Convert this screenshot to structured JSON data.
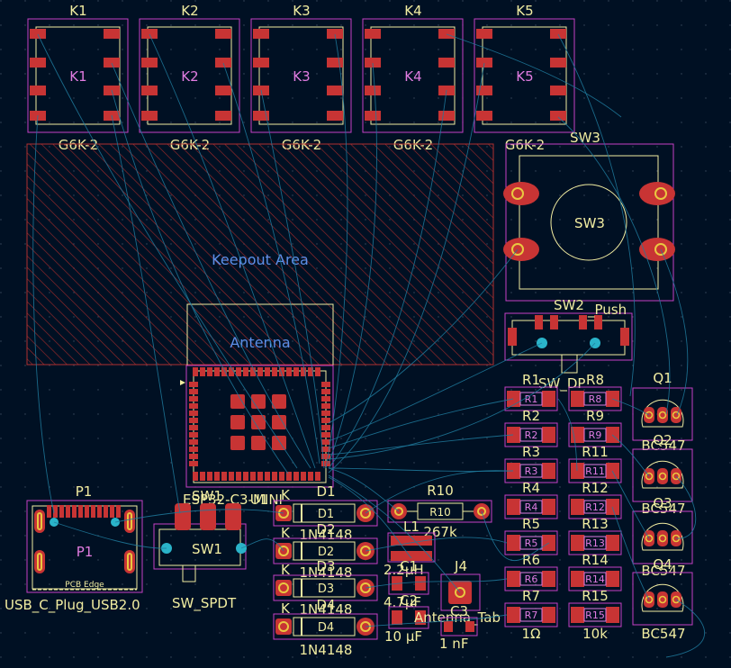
{
  "relays": [
    {
      "ref": "K1",
      "value": "G6K-2",
      "center": "K1"
    },
    {
      "ref": "K2",
      "value": "G6K-2",
      "center": "K2"
    },
    {
      "ref": "K3",
      "value": "G6K-2",
      "center": "K3"
    },
    {
      "ref": "K4",
      "value": "G6K-2",
      "center": "K4"
    },
    {
      "ref": "K5",
      "value": "G6K-2",
      "center": "K5"
    }
  ],
  "keepout_label": "Keepout Area",
  "antenna_label": "Antenna",
  "sw3": {
    "ref": "SW3",
    "center": "SW3"
  },
  "sw2": {
    "ref": "SW2",
    "value_left": "SW_DP",
    "value_right": "_Push"
  },
  "u1": {
    "ref": "U1",
    "value": "ESP32-C3-MINI",
    "ref_b": "U1"
  },
  "p1": {
    "ref": "P1",
    "center": "P1",
    "edge": "PCB Edge",
    "value": "USB_C_Plug_USB2.0"
  },
  "sw1": {
    "ref": "SW1",
    "center": "SW1",
    "value": "SW_SPDT"
  },
  "diodes": [
    {
      "ref": "D1",
      "center": "D1",
      "value": "1N4148",
      "k": "K"
    },
    {
      "ref": "D2",
      "center": "D2",
      "value": "1N4148",
      "k": "K"
    },
    {
      "ref": "D3",
      "center": "D3",
      "value": "1N4148",
      "k": "K"
    },
    {
      "ref": "D4",
      "center": "D4",
      "value": "1N4148",
      "k": "K"
    }
  ],
  "r10": {
    "ref": "R10",
    "center": "R10",
    "value": "267k"
  },
  "l1": {
    "ref": "L1",
    "value": "2.2µH"
  },
  "c1": {
    "ref": "C1",
    "value": "4.7µF"
  },
  "c2": {
    "ref": "C2",
    "value": "10 µF"
  },
  "j4": {
    "ref": "J4",
    "value": "Antenna_Tab"
  },
  "c3": {
    "ref": "C3",
    "value": "1 nF"
  },
  "res_left": [
    {
      "ref": "R1",
      "center": "R1"
    },
    {
      "ref": "R2",
      "center": "R2"
    },
    {
      "ref": "R3",
      "center": "R3"
    },
    {
      "ref": "R4",
      "center": "R4"
    },
    {
      "ref": "R5",
      "center": "R5"
    },
    {
      "ref": "R6",
      "center": "R6"
    },
    {
      "ref": "R7",
      "center": "R7"
    }
  ],
  "res_left_value": "1Ω",
  "res_right": [
    {
      "ref": "R8",
      "center": "R8"
    },
    {
      "ref": "R9",
      "center": "R9"
    },
    {
      "ref": "R11",
      "center": "R11"
    },
    {
      "ref": "R12",
      "center": "R12"
    },
    {
      "ref": "R13",
      "center": "R13"
    },
    {
      "ref": "R14",
      "center": "R14"
    },
    {
      "ref": "R15",
      "center": "R15"
    }
  ],
  "res_right_value": "10k",
  "transistors": [
    {
      "ref": "Q1",
      "value": "BC547"
    },
    {
      "ref": "Q2",
      "value": "BC547"
    },
    {
      "ref": "Q3",
      "value": "BC547"
    },
    {
      "ref": "Q4",
      "value": "BC547"
    }
  ]
}
